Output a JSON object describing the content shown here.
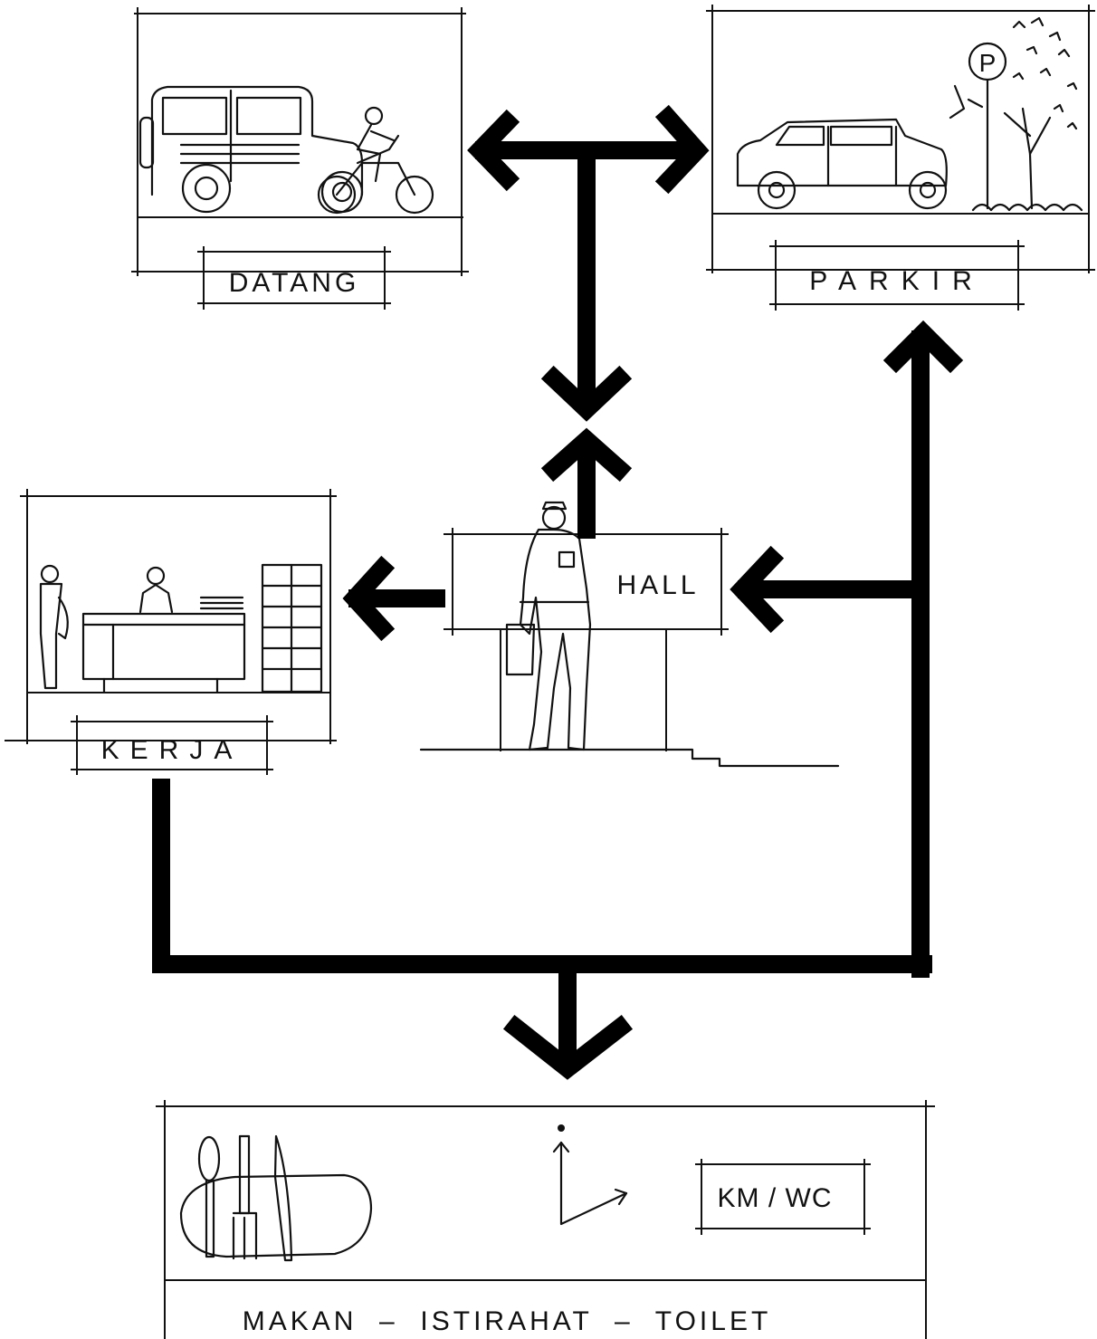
{
  "nodes": {
    "datang": {
      "label": "DATANG"
    },
    "parkir": {
      "label": "PARKIR"
    },
    "hall": {
      "label": "HALL"
    },
    "kerja": {
      "label": "KERJA"
    },
    "kmwc": {
      "label": "KM / WC"
    },
    "makan": {
      "label": "MAKAN  –  ISTIRAHAT  –  TOILET"
    },
    "parking_sign": {
      "label": "P"
    }
  },
  "icons": {
    "datang": [
      "jeep-icon",
      "motorcycle-icon"
    ],
    "parkir": [
      "car-icon",
      "parking-sign-icon",
      "tree-icon"
    ],
    "hall": [
      "person-icon",
      "stairs-icon"
    ],
    "kerja": [
      "person-icon",
      "desk-icon",
      "shelf-icon"
    ],
    "makan": [
      "plate-icon",
      "spoon-icon",
      "fork-icon",
      "knife-icon",
      "direction-icon"
    ]
  },
  "edges": [
    {
      "from": "datang",
      "to": "parkir"
    },
    {
      "from": "parkir",
      "to": "datang"
    },
    {
      "from": "datang",
      "to": "hall"
    },
    {
      "from": "hall",
      "to": "datang"
    },
    {
      "from": "hall",
      "to": "kerja"
    },
    {
      "from": "parkir",
      "to": "hall"
    },
    {
      "from": "kerja",
      "to": "makan"
    },
    {
      "from": "makan",
      "to": "parkir"
    }
  ]
}
